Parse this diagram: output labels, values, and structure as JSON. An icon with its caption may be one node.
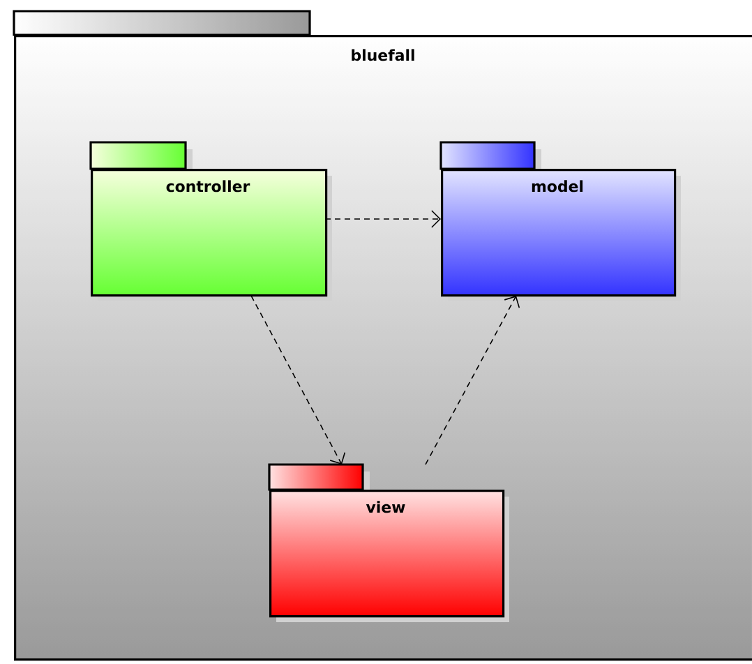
{
  "diagram": {
    "nodes": [
      {
        "text": [
          "bluefall"
        ]
      },
      {
        "text": [
          "controller"
        ],
        "in": 0
      },
      {
        "text": [
          "model"
        ],
        "in": 0
      },
      {
        "text": [
          "view"
        ],
        "in": 0
      }
    ],
    "edges": [
      {
        "from": 1,
        "to": 2,
        "arrow": "to",
        "style": "dashed"
      },
      {
        "from": 1,
        "to": 3,
        "arrow": "to",
        "style": "dashed"
      },
      {
        "from": 3,
        "to": 2,
        "arrow": "to",
        "style": "dashed"
      }
    ]
  }
}
